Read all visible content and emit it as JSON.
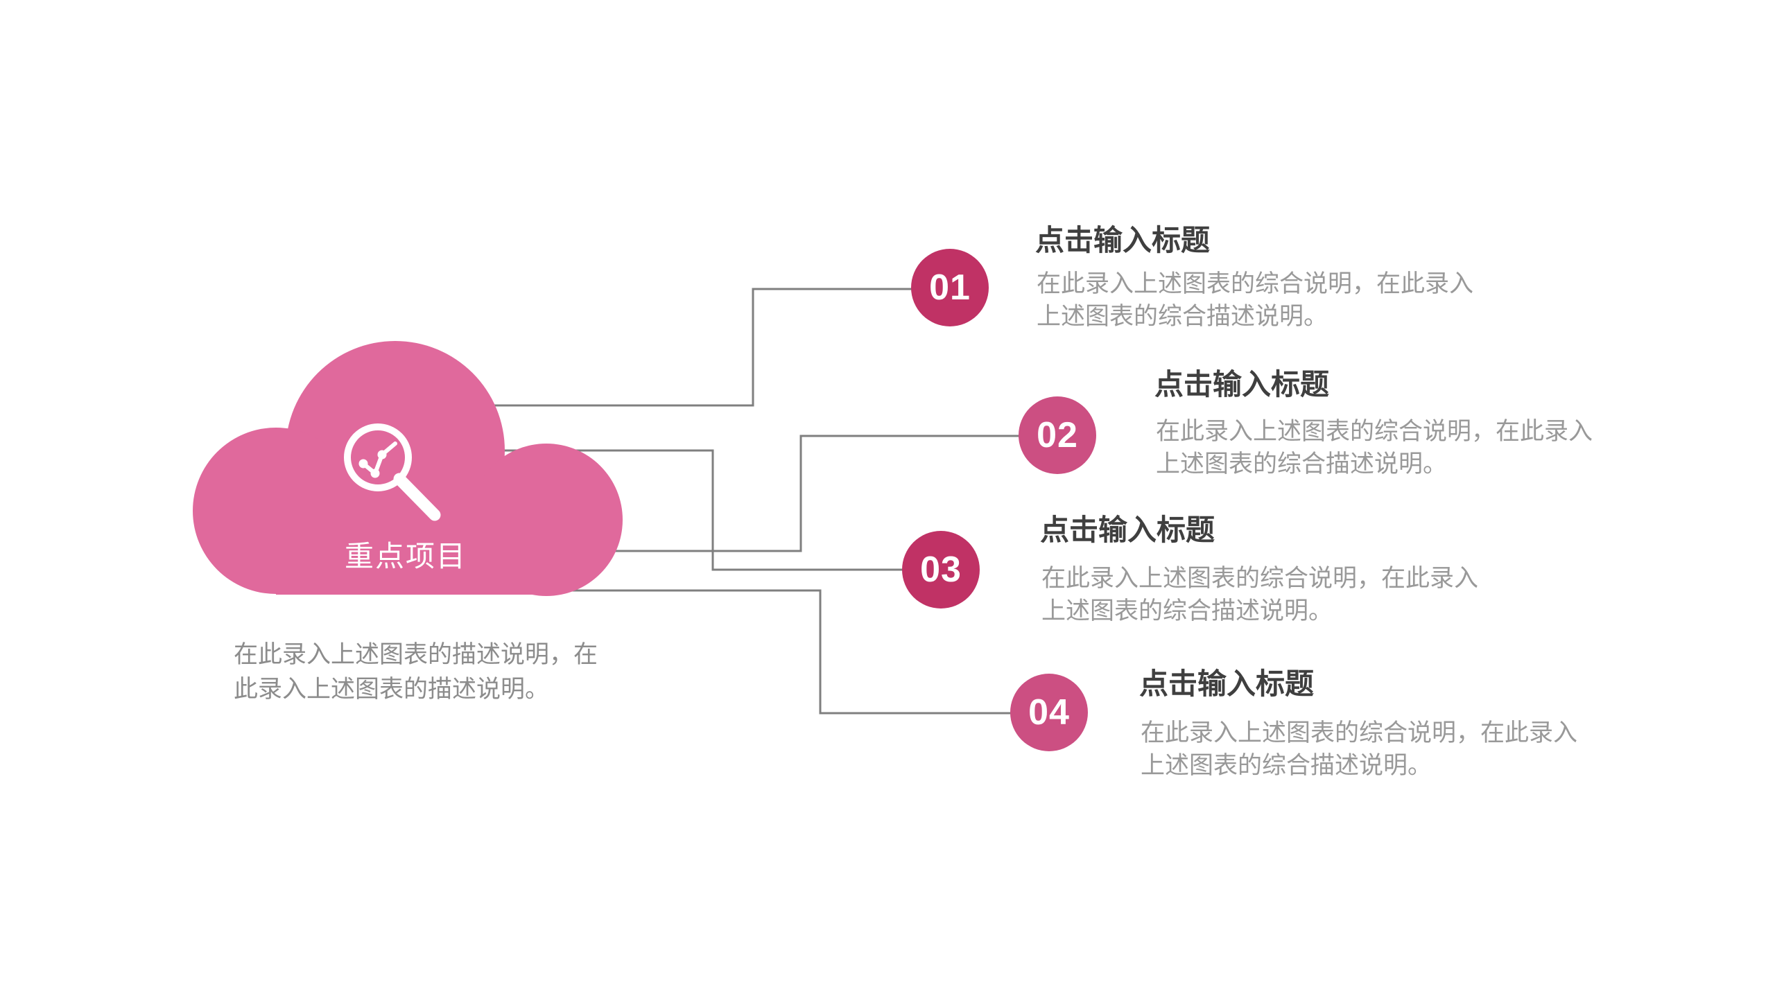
{
  "slide": {
    "background": "#ffffff",
    "connector_color": "#7f7f7f"
  },
  "cloud": {
    "label": "重点项目",
    "color": "#e0699c",
    "icon": "magnifier-trend-icon",
    "description_line1": "在此录入上述图表的描述说明，在",
    "description_line2": "此录入上述图表的描述说明。"
  },
  "items": [
    {
      "number": "01",
      "circle_color": "#c03265",
      "title": "点击输入标题",
      "desc_line1": "在此录入上述图表的综合说明，在此录入",
      "desc_line2": "上述图表的综合描述说明。"
    },
    {
      "number": "02",
      "circle_color": "#cc4f82",
      "title": "点击输入标题",
      "desc_line1": "在此录入上述图表的综合说明，在此录入",
      "desc_line2": "上述图表的综合描述说明。"
    },
    {
      "number": "03",
      "circle_color": "#c03265",
      "title": "点击输入标题",
      "desc_line1": "在此录入上述图表的综合说明，在此录入",
      "desc_line2": "上述图表的综合描述说明。"
    },
    {
      "number": "04",
      "circle_color": "#cc4f82",
      "title": "点击输入标题",
      "desc_line1": "在此录入上述图表的综合说明，在此录入",
      "desc_line2": "上述图表的综合描述说明。"
    }
  ],
  "text_colors": {
    "item_title": "#3f3f3f",
    "item_desc": "#999999",
    "cloud_desc": "#8c8c8c",
    "cloud_label": "#ffffff"
  }
}
